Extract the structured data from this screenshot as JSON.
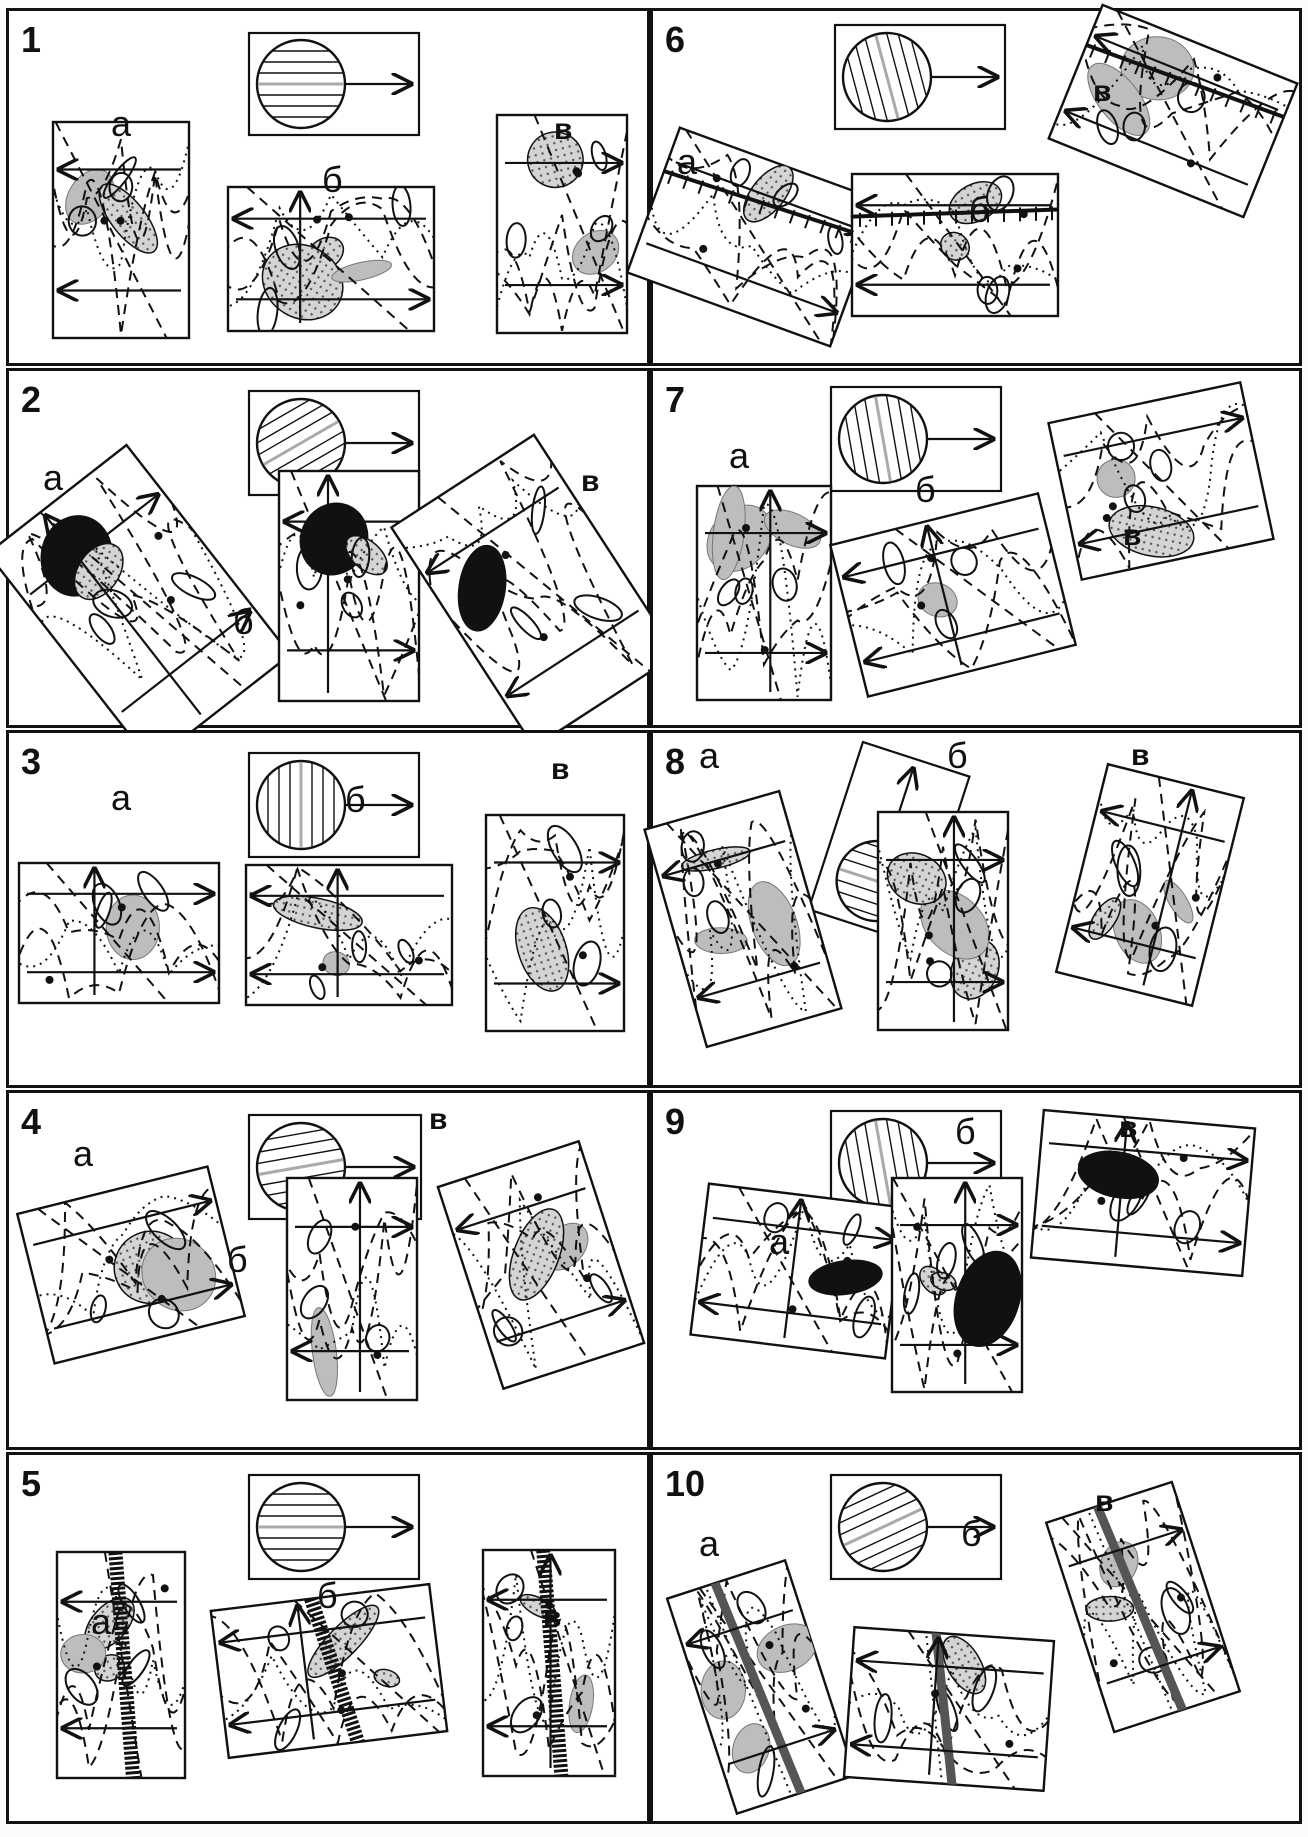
{
  "panels": [
    {
      "num": "1",
      "labels": [
        "а",
        "б",
        "в"
      ]
    },
    {
      "num": "2",
      "labels": [
        "а",
        "б",
        "в"
      ]
    },
    {
      "num": "3",
      "labels": [
        "а",
        "б",
        "в"
      ]
    },
    {
      "num": "4",
      "labels": [
        "а",
        "б",
        "в"
      ]
    },
    {
      "num": "5",
      "labels": [
        "а",
        "б",
        "в"
      ]
    },
    {
      "num": "6",
      "labels": [
        "а",
        "б",
        "в"
      ]
    },
    {
      "num": "7",
      "labels": [
        "а",
        "б",
        "в"
      ]
    },
    {
      "num": "8",
      "labels": [
        "а",
        "б",
        "в"
      ]
    },
    {
      "num": "9",
      "labels": [
        "а",
        "б",
        "в"
      ]
    },
    {
      "num": "10",
      "labels": [
        "а",
        "б",
        "в"
      ]
    }
  ],
  "colors": {
    "ink": "#111111",
    "grey": "#bdbdbd",
    "paper": "#ffffff"
  },
  "icons": [
    "compass-orientation-icon",
    "north-arrow-icon"
  ]
}
